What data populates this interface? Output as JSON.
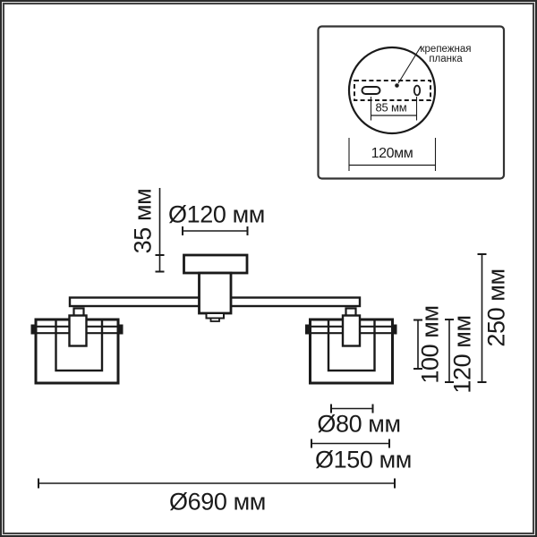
{
  "main": {
    "dim_canopy_height": "35 мм",
    "dim_canopy_diameter": "Ø120 мм",
    "dim_inner_shade_height": "100 мм",
    "dim_shade_height": "120 мм",
    "dim_total_height": "250 мм",
    "dim_inner_shade_diameter": "Ø80 мм",
    "dim_shade_diameter": "Ø150 мм",
    "dim_total_width": "Ø690 мм"
  },
  "inset": {
    "callout_line1": "крепежная",
    "callout_line2": "планка",
    "dim_hole_spacing": "85 мм",
    "dim_plate_width": "120мм"
  },
  "colors": {
    "ink": "#1a1a1a",
    "frame": "#2b2b2b",
    "inset_border": "#333333",
    "background": "#ffffff"
  }
}
